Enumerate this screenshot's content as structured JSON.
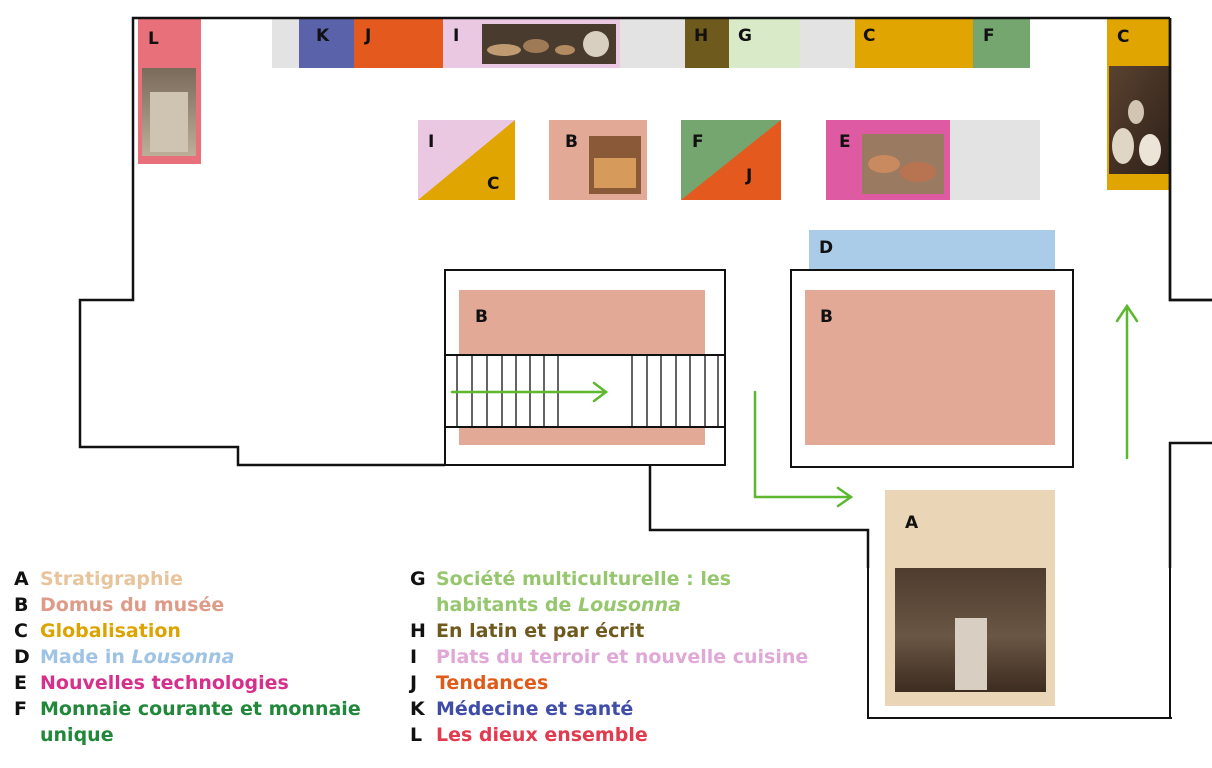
{
  "colors": {
    "A": "#EAD6B6",
    "B": "#E2AA96",
    "C": "#E0A500",
    "D": "#AACCE8",
    "E": "#DE5AA2",
    "F": "#76A66F",
    "G": "#D8EAC8",
    "H": "#6F5A1E",
    "I": "#EBC8E2",
    "J": "#E45A1E",
    "K": "#5A62AA",
    "L": "#E8707A",
    "neutral": "#E3E3E4",
    "arrow": "#5DB830",
    "wall": "#111111"
  },
  "plan": {
    "zones": {
      "top_L": "L",
      "top_K": "K",
      "top_J": "J",
      "top_I": "I",
      "top_H": "H",
      "top_G": "G",
      "top_C": "C",
      "top_F": "F",
      "right_C": "C",
      "mid_I": "I",
      "mid_C": "C",
      "mid_B": "B",
      "mid_F": "F",
      "mid_J": "J",
      "mid_E": "E",
      "bar_D": "D",
      "room_left_B": "B",
      "room_right_B": "B",
      "box_A": "A"
    }
  },
  "legend": {
    "left": [
      {
        "key": "A",
        "label": "Stratigraphie",
        "color": "#E8C49C"
      },
      {
        "key": "B",
        "label": "Domus du musée",
        "color": "#DD9B88"
      },
      {
        "key": "C",
        "label": "Globalisation",
        "color": "#DDA300"
      },
      {
        "key": "D",
        "label_pre": "Made in ",
        "label_em": "Lousonna",
        "color": "#9EC3E4"
      },
      {
        "key": "E",
        "label": "Nouvelles technologies",
        "color": "#D6308A"
      },
      {
        "key": "F",
        "label": "Monnaie courante et monnaie",
        "label_cont": "unique",
        "color": "#21873A"
      }
    ],
    "right": [
      {
        "key": "G",
        "label": "Société multiculturelle : les",
        "label_cont_pre": "habitants de ",
        "label_cont_em": "Lousonna",
        "color": "#96C76E"
      },
      {
        "key": "H",
        "label": "En latin et par écrit",
        "color": "#6F5A1E"
      },
      {
        "key": "I",
        "label": "Plats du terroir et nouvelle cuisine",
        "color": "#E0A8D6"
      },
      {
        "key": "J",
        "label": "Tendances",
        "color": "#E05A18"
      },
      {
        "key": "K",
        "label": "Médecine et santé",
        "color": "#3F4CA8"
      },
      {
        "key": "L",
        "label": "Les dieux ensemble",
        "color": "#E23A4E"
      }
    ]
  }
}
